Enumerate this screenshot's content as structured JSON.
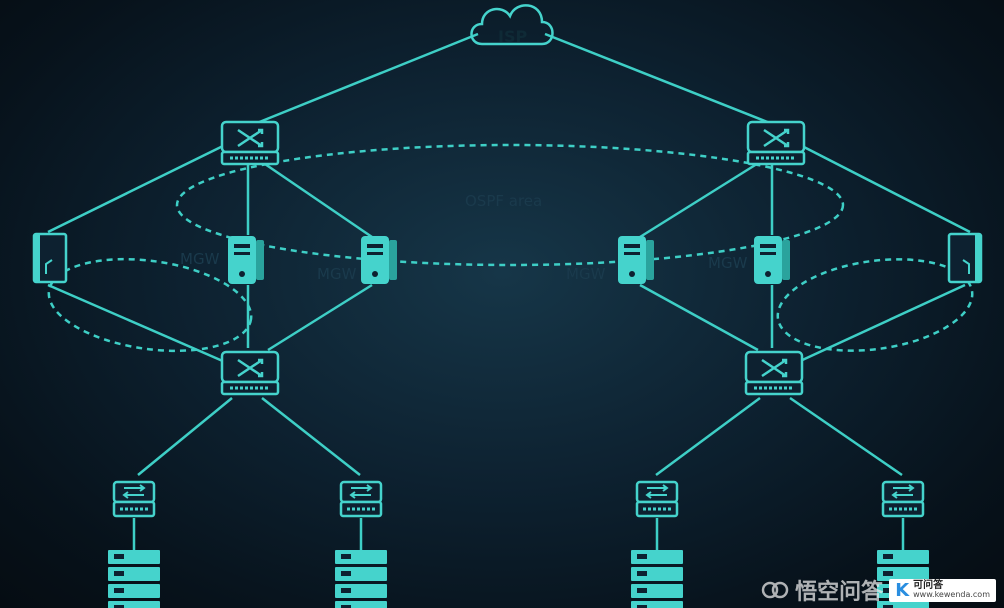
{
  "labels": {
    "isp": "ISP",
    "ospf_area": "OSPF area",
    "mgw": "MGW"
  },
  "colors": {
    "link": "#3ecfc6",
    "device": "#45d3cc",
    "background": "#0d2130"
  },
  "icons": {
    "cloud": "cloud-icon",
    "core_switch": "switch-icon",
    "access_switch": "access-switch-icon",
    "server": "server-icon",
    "firewall": "firewall-icon",
    "server_rack": "server-rack-icon"
  },
  "watermark": {
    "text": "悟空问答",
    "badge": "可问答",
    "letter": "K",
    "url": "www.kewenda.com"
  }
}
